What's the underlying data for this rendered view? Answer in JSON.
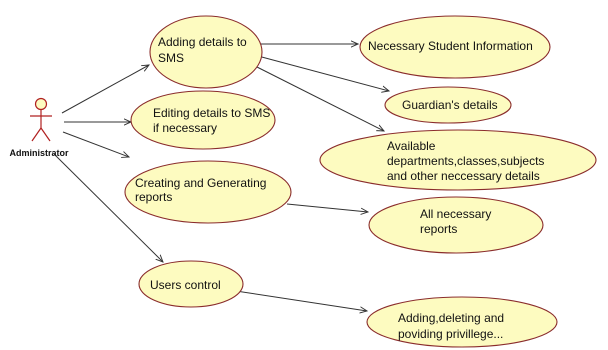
{
  "actor": {
    "name": "Administrator"
  },
  "use_cases": {
    "adding_details": [
      "Adding details to",
      "SMS"
    ],
    "editing_details": [
      "Editing details to SMS",
      "if  necessary"
    ],
    "creating_reports": [
      "Creating and Generating",
      "reports"
    ],
    "users_control": [
      "Users control"
    ],
    "student_info": [
      "Necessary Student Information"
    ],
    "guardian_details": [
      "Guardian's details"
    ],
    "available_departments": [
      "Available",
      "departments,classes,subjects",
      "and other neccessary details"
    ],
    "all_reports": [
      "All necessary",
      "reports"
    ],
    "adding_deleting": [
      "Adding,deleting and",
      "poviding privillege..."
    ]
  },
  "colors": {
    "ellipse_fill": "#fdfbc0",
    "ellipse_stroke": "#8a2c2c",
    "actor_stroke": "#b02020",
    "edge": "#333333"
  }
}
